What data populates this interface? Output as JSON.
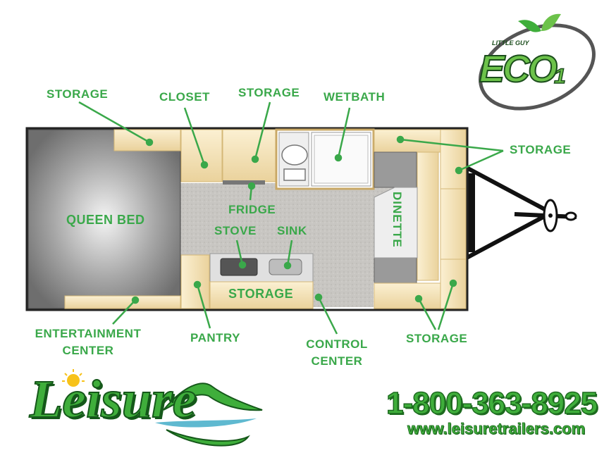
{
  "brand": {
    "logo_small": "LITTLE GUY",
    "logo_big": "ECO",
    "logo_num": "1",
    "dealer_word": "Leisure",
    "phone": "1-800-363-8925",
    "url": "www.leisuretrailers.com"
  },
  "labels": {
    "storage_top_left": "STORAGE",
    "closet": "CLOSET",
    "storage_top_mid": "STORAGE",
    "wetbath": "WETBATH",
    "storage_right_top": "STORAGE",
    "queen_bed": "QUEEN BED",
    "fridge": "FRIDGE",
    "stove": "STOVE",
    "sink": "SINK",
    "dinette": "DINETTE",
    "storage_counter": "STORAGE",
    "entertainment_l1": "ENTERTAINMENT",
    "entertainment_l2": "CENTER",
    "pantry": "PANTRY",
    "control_l1": "CONTROL",
    "control_l2": "CENTER",
    "storage_right_bottom": "STORAGE"
  },
  "colors": {
    "label_green": "#3aa84a",
    "cabinet": "#f3e3b8",
    "cabinet_edge": "#d4b776",
    "bed": "#8e8e8e",
    "floor": "#c9c7c3",
    "outline": "#222222"
  }
}
